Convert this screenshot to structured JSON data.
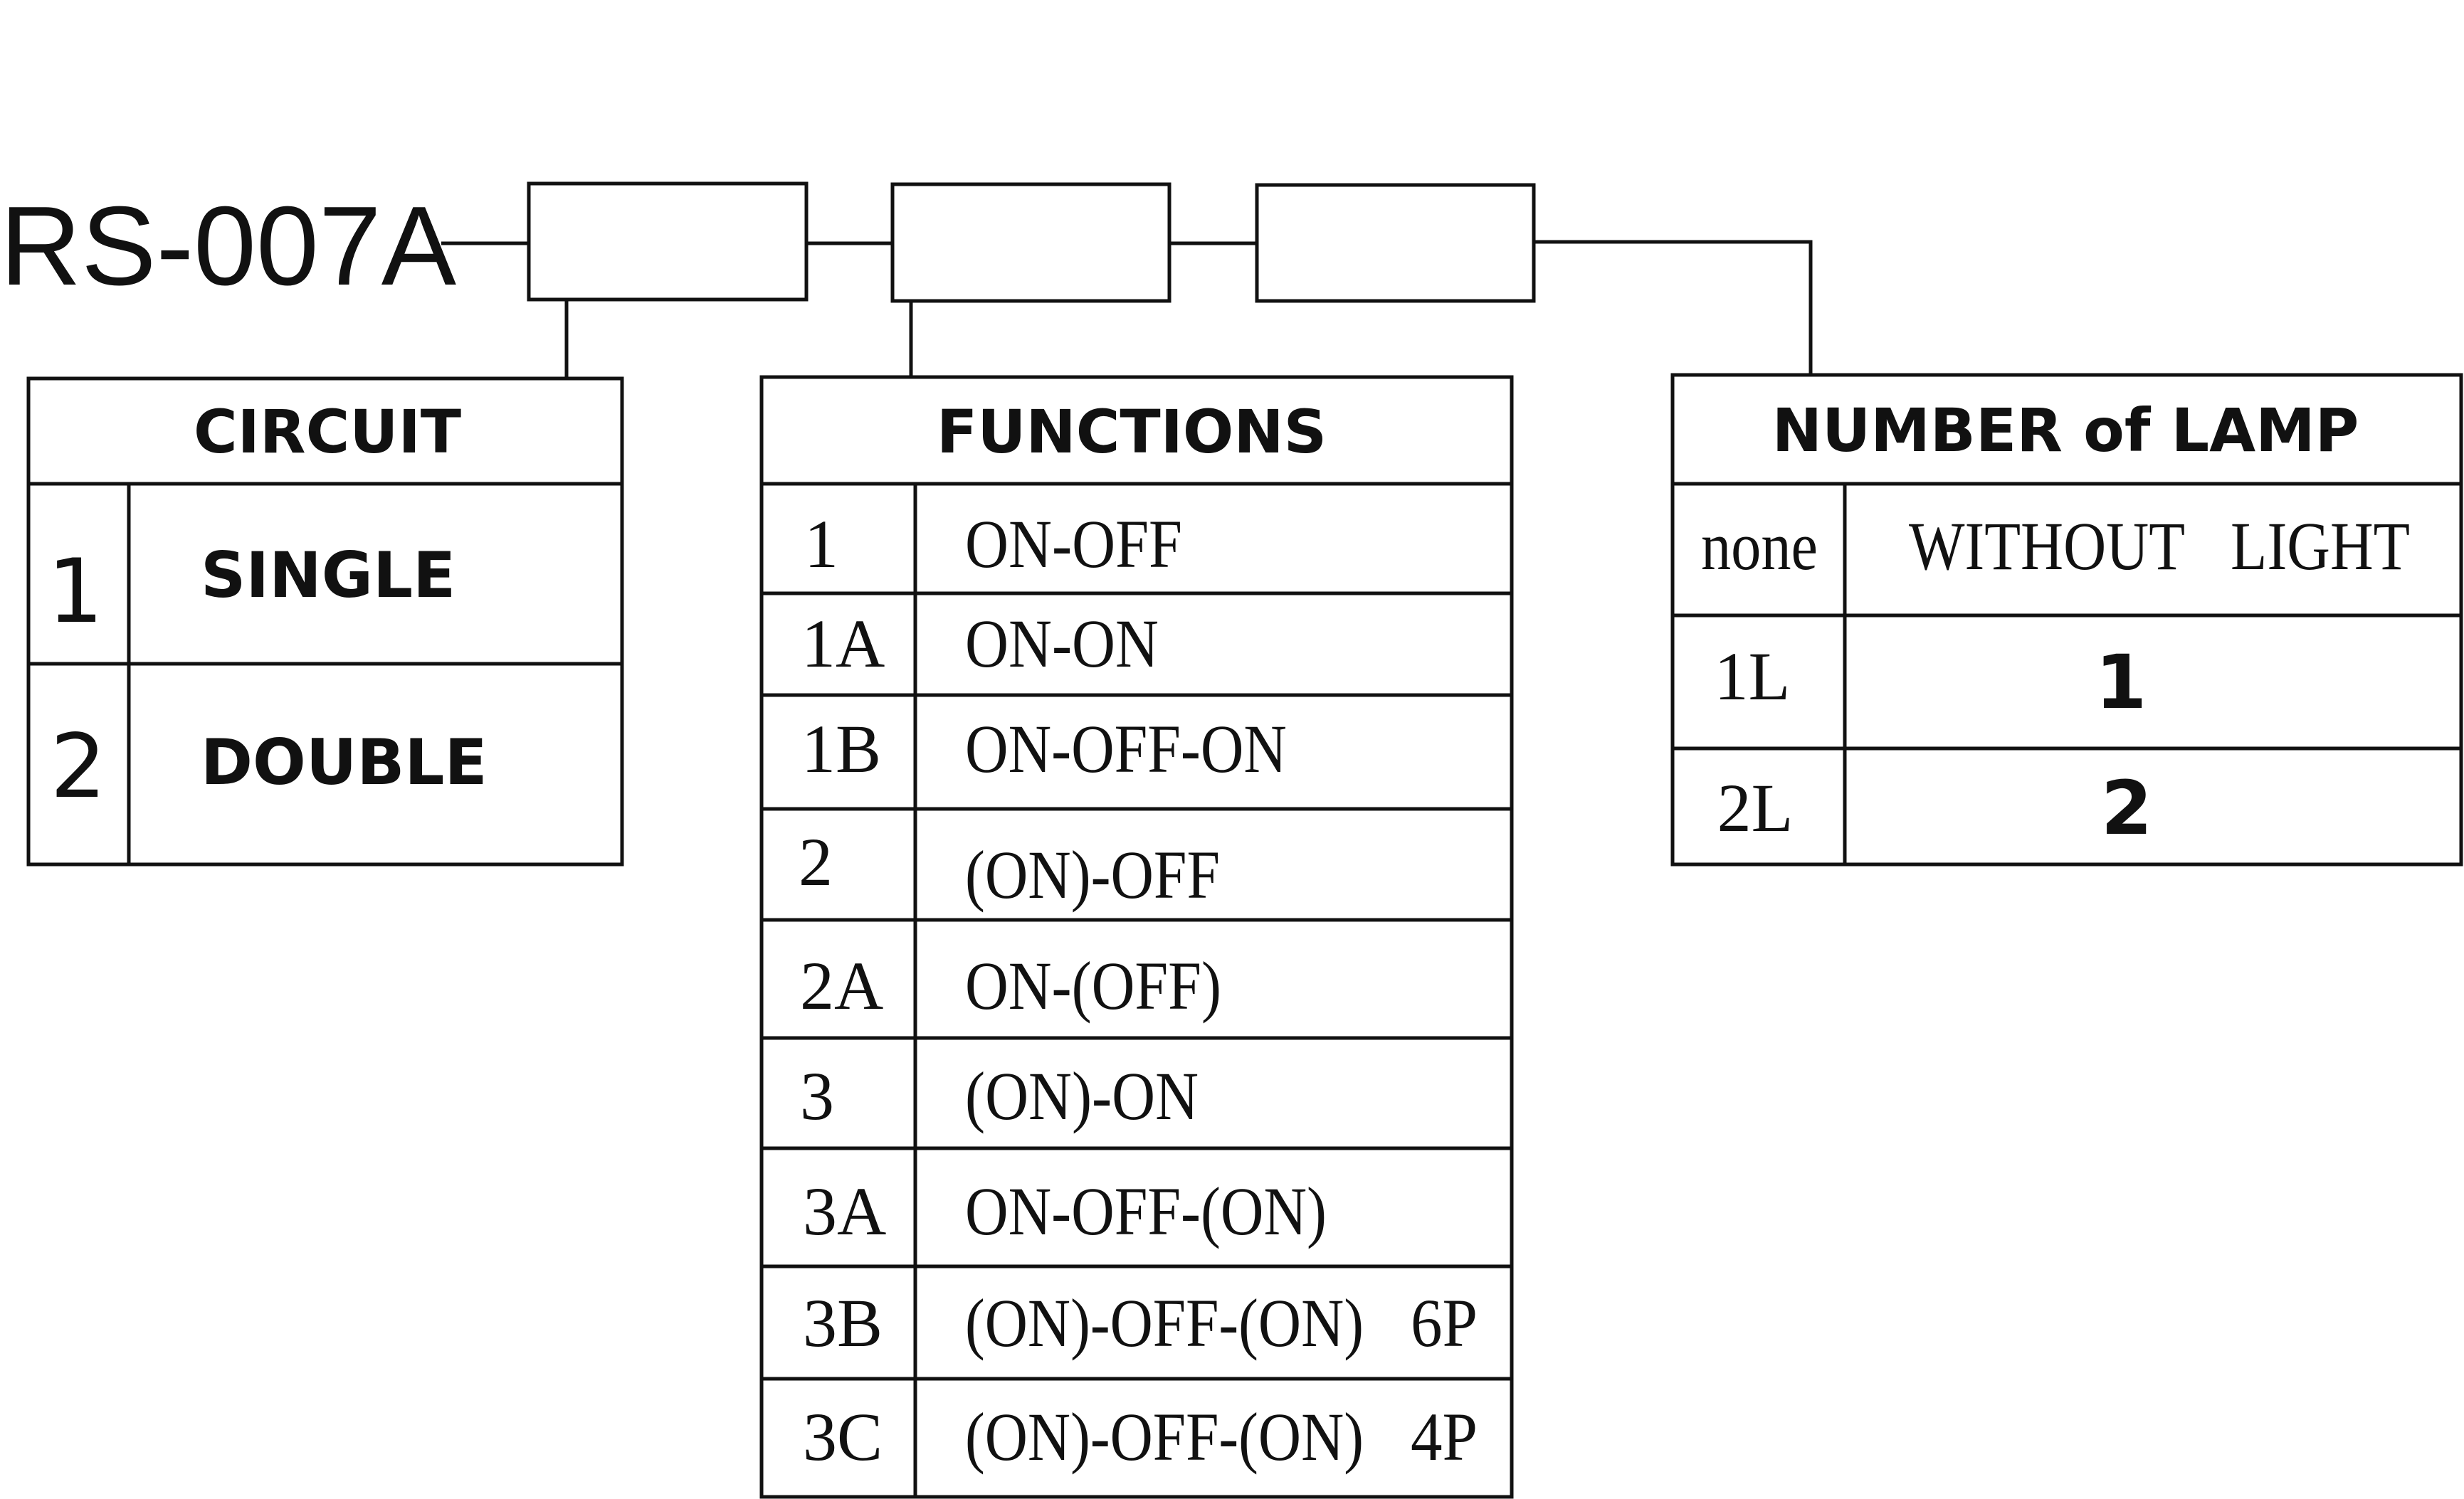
{
  "model": "RS-007A",
  "circuit": {
    "title": "CIRCUIT",
    "rows": [
      {
        "code": "1",
        "label": "SINGLE"
      },
      {
        "code": "2",
        "label": "DOUBLE"
      }
    ]
  },
  "functions": {
    "title": "FUNCTIONS",
    "rows": [
      {
        "code": "1",
        "label": "ON-OFF",
        "pins": ""
      },
      {
        "code": "1A",
        "label": "ON-ON",
        "pins": ""
      },
      {
        "code": "1B",
        "label": "ON-OFF-ON",
        "pins": ""
      },
      {
        "code": "2",
        "label": "(ON)-OFF",
        "pins": ""
      },
      {
        "code": "2A",
        "label": "ON-(OFF)",
        "pins": ""
      },
      {
        "code": "3",
        "label": "(ON)-ON",
        "pins": ""
      },
      {
        "code": "3A",
        "label": "ON-OFF-(ON)",
        "pins": ""
      },
      {
        "code": "3B",
        "label": "(ON)-OFF-(ON)",
        "pins": "6P"
      },
      {
        "code": "3C",
        "label": "(ON)-OFF-(ON)",
        "pins": "4P"
      }
    ]
  },
  "lamp": {
    "title": "NUMBER of LAMP",
    "rows": [
      {
        "code": "none",
        "label_a": "WITHOUT",
        "label_b": "LIGHT"
      },
      {
        "code": "1L",
        "label_a": "1",
        "label_b": ""
      },
      {
        "code": "2L",
        "label_a": "2",
        "label_b": ""
      }
    ]
  }
}
